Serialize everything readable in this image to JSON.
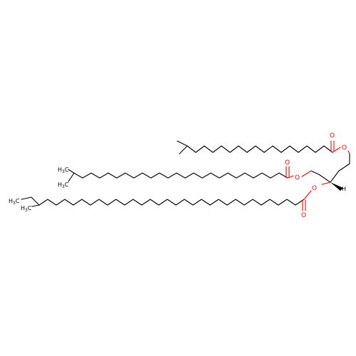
{
  "molecule": {
    "atoms": {
      "oxygen": "O",
      "hydrogen": "H",
      "methyl_main": "H",
      "methyl_c": "C",
      "methyl_sub": "3"
    },
    "colors": {
      "bond": "#000000",
      "oxygen": "#ff0000",
      "background": "#ffffff"
    }
  }
}
